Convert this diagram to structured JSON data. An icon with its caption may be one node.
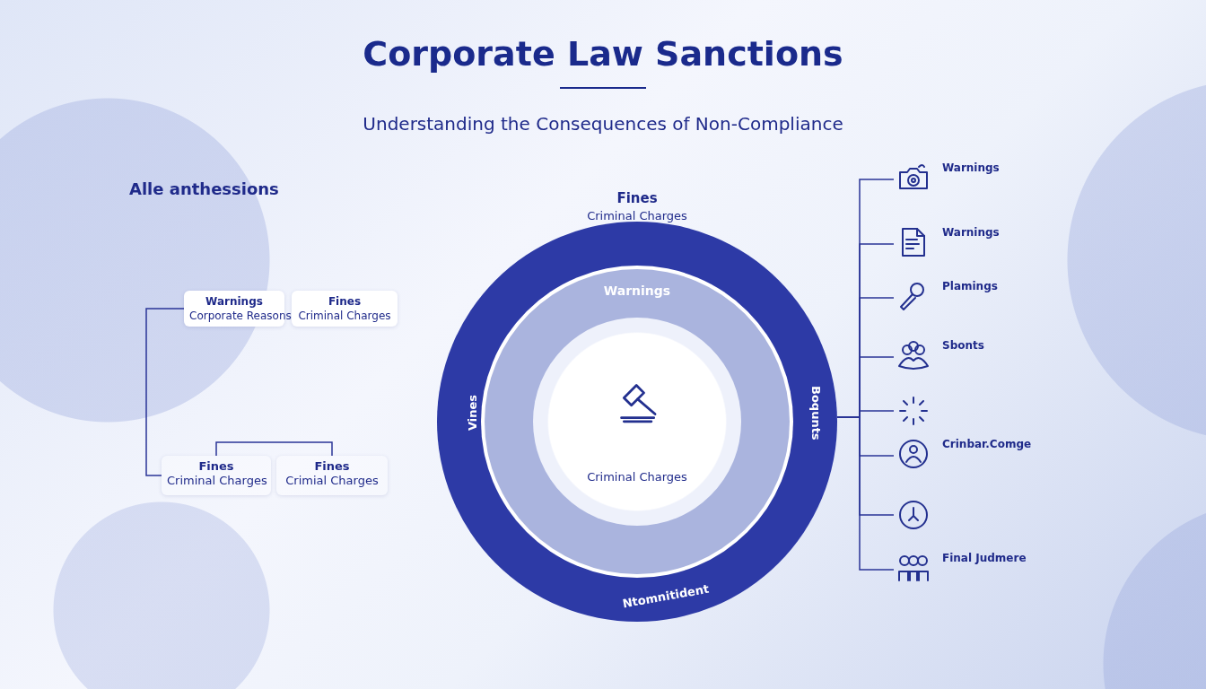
{
  "diagram": {
    "title": "Corporate Law Sanctions",
    "nodes": [
      {
        "text": [
          "Warnings",
          "Corporate Reasons"
        ]
      },
      {
        "text": [
          "Fines",
          "Criminal Charges"
        ]
      },
      {
        "text": [
          "Fines",
          "Criminal Charges"
        ]
      },
      {
        "text": [
          "Fines",
          "Crimial Charges"
        ]
      },
      {
        "text": [
          "Fines",
          "Criminal Charges",
          "Vines",
          "Boqunts",
          "Ntomnitident"
        ]
      },
      {
        "text": [
          "Warnings"
        ],
        "in": 4
      },
      {
        "text": [
          "Criminal Charges"
        ],
        "in": 5
      },
      {
        "text": [
          "Warnings"
        ]
      },
      {
        "text": [
          "Warnings"
        ]
      },
      {
        "text": [
          "Plamings"
        ]
      },
      {
        "text": [
          "Sbonts"
        ]
      },
      {
        "text": [],
        "shape": "picture"
      },
      {
        "text": [
          "Crinbar.Comge"
        ]
      },
      {
        "text": [],
        "shape": "picture"
      },
      {
        "text": [
          "Final Judmere"
        ]
      }
    ],
    "edges": [
      {
        "from": 0,
        "to": 2,
        "arrow": "none"
      },
      {
        "from": 2,
        "to": 3,
        "arrow": "none"
      },
      {
        "from": 4,
        "to": 7,
        "arrow": "none"
      },
      {
        "from": 4,
        "to": 8,
        "arrow": "none"
      },
      {
        "from": 4,
        "to": 9,
        "arrow": "none"
      },
      {
        "from": 4,
        "to": 10,
        "arrow": "none"
      },
      {
        "from": 4,
        "to": 11,
        "arrow": "none"
      },
      {
        "from": 4,
        "to": 12,
        "arrow": "none"
      },
      {
        "from": 4,
        "to": 13,
        "arrow": "none"
      },
      {
        "from": 4,
        "to": 14,
        "arrow": "none"
      }
    ],
    "labels": [
      "Understanding the Consequences of Non-Compliance",
      "Alle anthessions"
    ]
  }
}
